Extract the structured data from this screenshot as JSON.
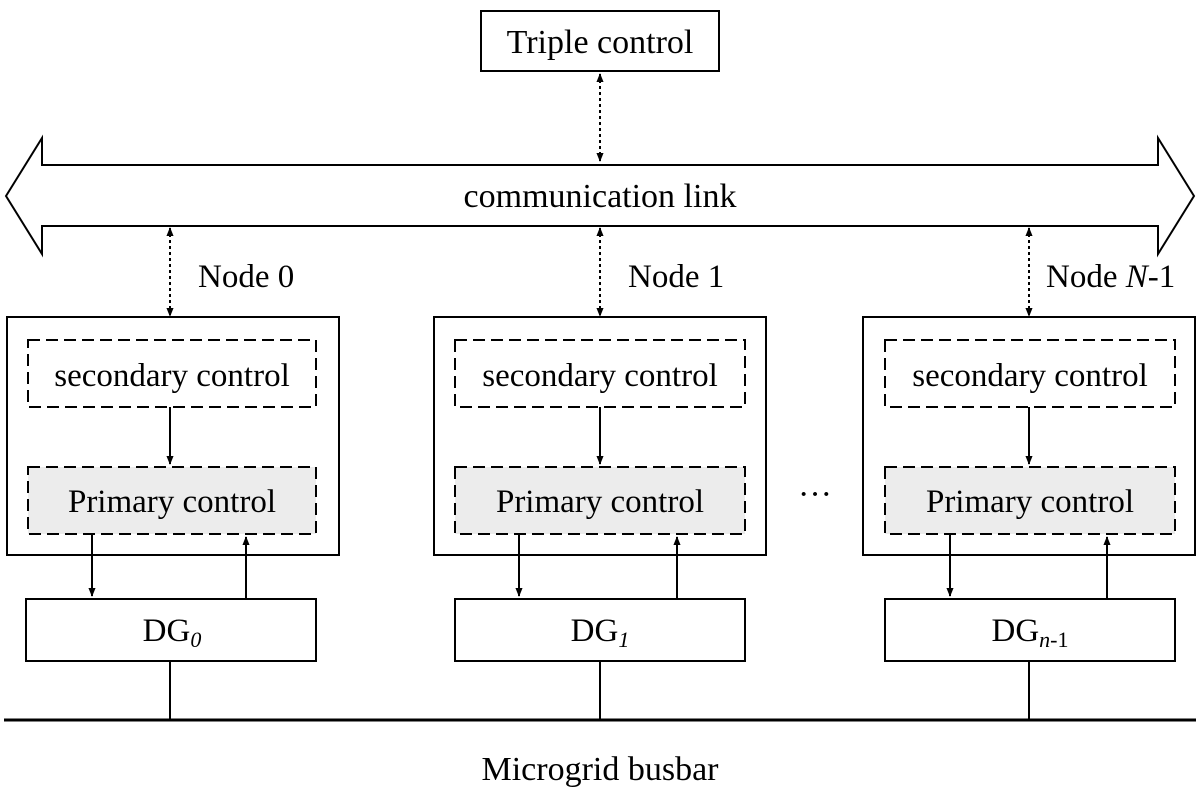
{
  "top": {
    "label": "Triple control"
  },
  "link": {
    "label": "communication link"
  },
  "nodes": [
    {
      "name_prefix": "Node ",
      "name_var": "",
      "name_suffix": "0",
      "secondary": "secondary control",
      "primary": "Primary control",
      "dg_base": "DG",
      "dg_sub": "0",
      "dg_sub_tail": ""
    },
    {
      "name_prefix": "Node ",
      "name_var": "",
      "name_suffix": "1",
      "secondary": "secondary control",
      "primary": "Primary control",
      "dg_base": "DG",
      "dg_sub": "1",
      "dg_sub_tail": ""
    },
    {
      "name_prefix": "Node ",
      "name_var": "N",
      "name_suffix": "-1",
      "secondary": "secondary control",
      "primary": "Primary control",
      "dg_base": "DG",
      "dg_sub": "n",
      "dg_sub_tail": "-1"
    }
  ],
  "ellipsis": "···",
  "busbar": {
    "label": "Microgrid busbar"
  },
  "colors": {
    "primary_fill": "#ececec",
    "stroke": "#000000",
    "background": "#ffffff"
  }
}
